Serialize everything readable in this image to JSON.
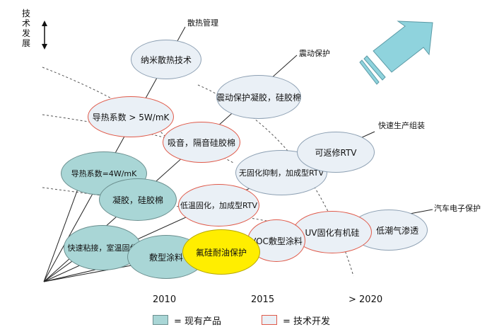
{
  "axis": {
    "vertical_label": "技术发展"
  },
  "domains": [
    {
      "key": "heat",
      "label": "散热管理"
    },
    {
      "key": "vibration",
      "label": "震动保护"
    },
    {
      "key": "assembly",
      "label": "快速生产组装"
    },
    {
      "key": "electronics",
      "label": "汽车电子保护"
    }
  ],
  "bubbles": [
    {
      "key": "nano",
      "text": "纳米散热技术",
      "kind": "dev2"
    },
    {
      "key": "vib_gel",
      "text": "震动保护凝胶，硅胶棉",
      "kind": "dev2"
    },
    {
      "key": "thermal5",
      "text": "导热系数 > 5W/mK",
      "kind": "dev"
    },
    {
      "key": "sound",
      "text": "吸音，隔音硅胶棉",
      "kind": "dev"
    },
    {
      "key": "reworkable",
      "text": "可返修RTV",
      "kind": "dev2"
    },
    {
      "key": "no_cure",
      "text": "无固化抑制，加成型RTV",
      "kind": "dev2"
    },
    {
      "key": "thermal4",
      "text": "导热系数=4W/mK",
      "kind": "existing"
    },
    {
      "key": "gel",
      "text": "凝胶，硅胶棉",
      "kind": "existing"
    },
    {
      "key": "low_temp",
      "text": "低温固化，加成型RTV",
      "kind": "dev"
    },
    {
      "key": "low_moist",
      "text": "UI，低潮气渗透",
      "kind": "dev2"
    },
    {
      "key": "uv",
      "text": "UV固化有机硅",
      "kind": "dev"
    },
    {
      "key": "voc",
      "text": "VOC敷型涂料",
      "kind": "dev"
    },
    {
      "key": "fast_bond",
      "text": "快速粘接，室温固化",
      "kind": "existing"
    },
    {
      "key": "coating",
      "text": "敷型涂料",
      "kind": "existing"
    },
    {
      "key": "fluoro",
      "text": "氟硅耐油保护",
      "kind": "highlight"
    }
  ],
  "timeline": {
    "years": [
      "2010",
      "2015",
      "> 2020"
    ]
  },
  "legend": [
    {
      "text": "= 现有产品",
      "color": "#a9d6d6",
      "border": "#6b8f8f"
    },
    {
      "text": "= 技术开发",
      "color": "#eaf0f6",
      "border": "#e05a4a"
    }
  ],
  "colors": {
    "existing": "#a9d6d6",
    "development_border": "#e05a4a",
    "development_fill": "#eaf0f6",
    "highlight": "#ffee00",
    "arrow": "#8fd3dd"
  }
}
